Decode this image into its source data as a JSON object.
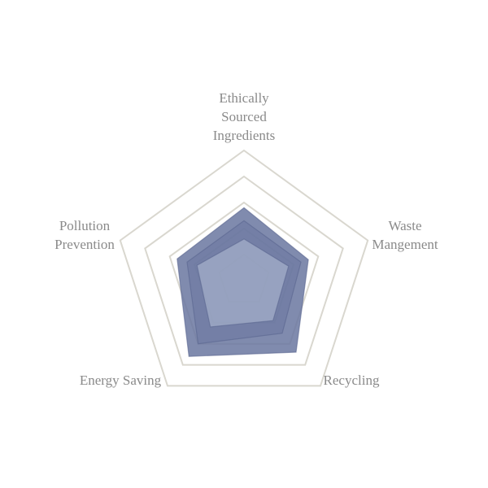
{
  "chart_data": {
    "type": "radar",
    "axes": [
      [
        "Ethically",
        "Sourced",
        "Ingredients"
      ],
      [
        "Waste",
        "Mangement"
      ],
      [
        "Recycling"
      ],
      [
        "Energy Saving"
      ],
      [
        "Pollution",
        "Prevention"
      ]
    ],
    "rlim": [
      0,
      5
    ],
    "grid_levels": [
      1,
      2,
      3,
      4,
      5
    ],
    "grid": true,
    "legend": "none",
    "series": [
      {
        "values": [
          2.8,
          2.6,
          3.4,
          3.6,
          2.7
        ],
        "color": "#6a77a0"
      },
      {
        "values": [
          2.3,
          2.3,
          2.5,
          3.0,
          2.3
        ],
        "color": "#6a77a0"
      },
      {
        "values": [
          1.6,
          1.8,
          1.9,
          2.2,
          1.9
        ],
        "color": "#b5bfd6"
      }
    ],
    "colors": {
      "grid": "#d9d7cf",
      "series_fill": "#6a77a0",
      "label": "#8a8a8a"
    }
  }
}
